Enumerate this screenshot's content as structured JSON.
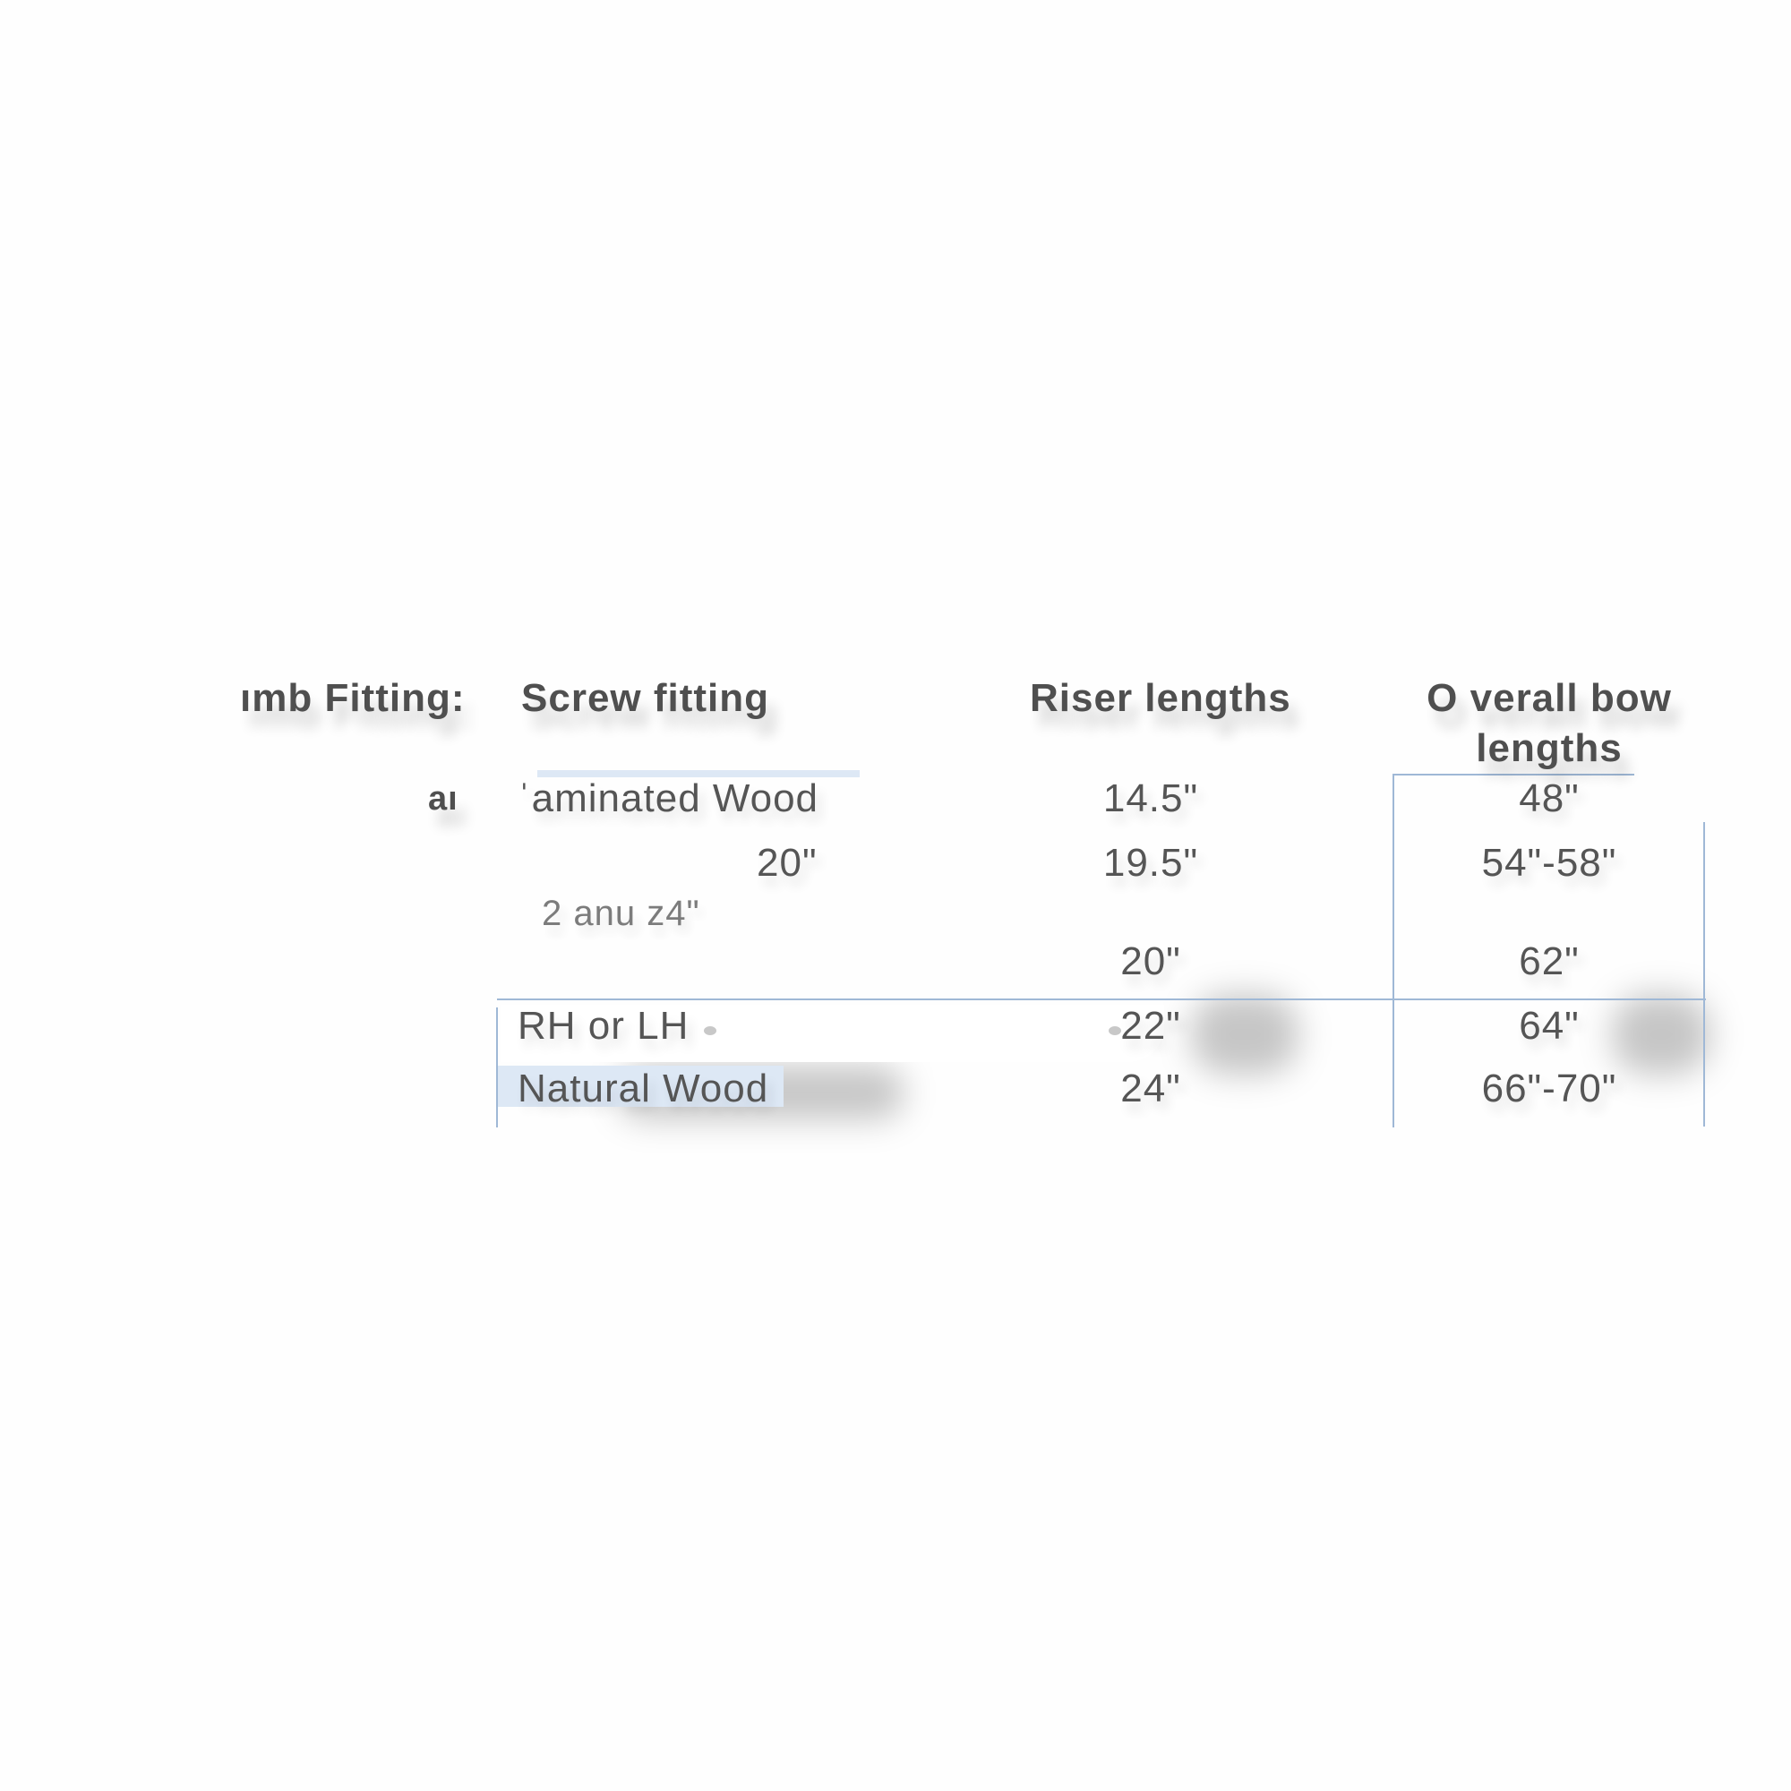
{
  "table": {
    "label_limb_fitting": "ımb Fitting:",
    "label_row2_fragment": "aı",
    "headers": {
      "col1": "Screw fitting",
      "col2": "Riser lengths",
      "col3_line1": "O verall bow",
      "col3_line2": "lengths"
    },
    "rows": [
      {
        "col1": "ˈaminated Wood",
        "col2": "14.5\"",
        "col3": "48\""
      },
      {
        "col1": "20\"",
        "col2": "19.5\"",
        "col3": "54\"-58\""
      },
      {
        "col1": "2  anu z4\"",
        "col2": "",
        "col3": ""
      },
      {
        "col1": "",
        "col2": "20\"",
        "col3": "62\""
      },
      {
        "col1": "RH or LH",
        "col2": "22\"",
        "col3": "64\""
      },
      {
        "col1": "Natural Wood",
        "col2": "24\"",
        "col3": "66\"-70\""
      }
    ]
  }
}
